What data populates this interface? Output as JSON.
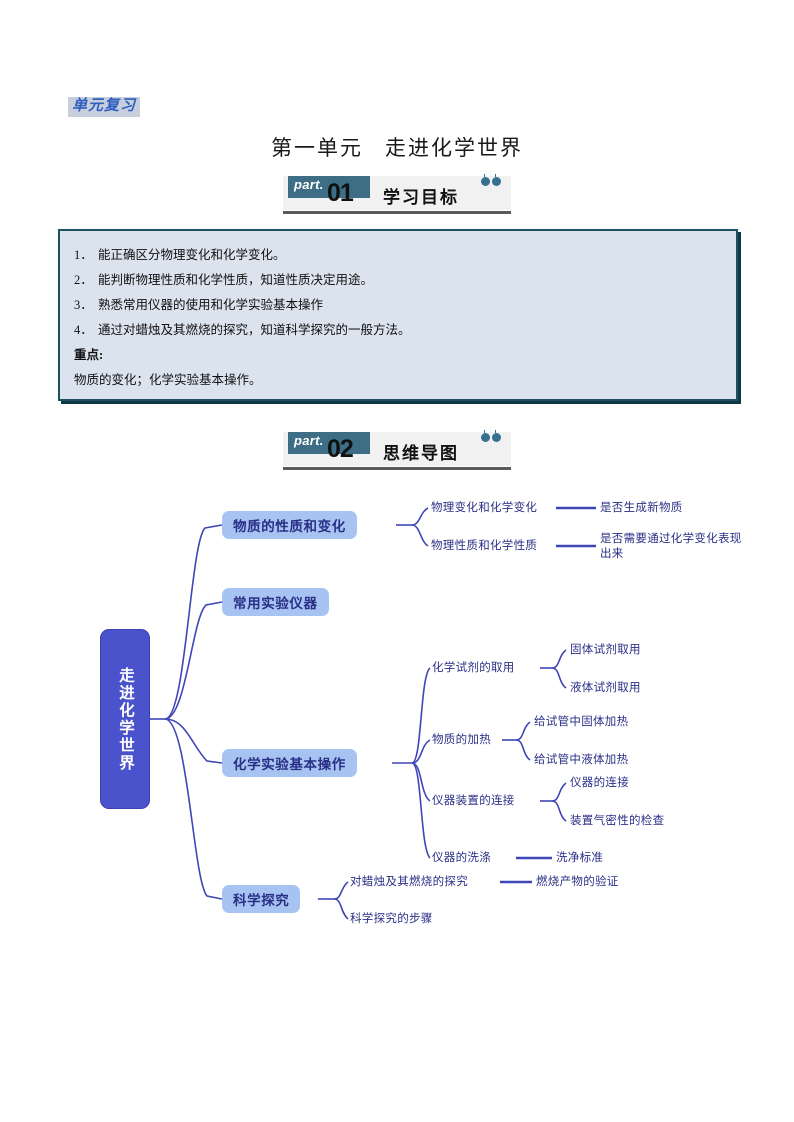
{
  "page": {
    "unit_tag": "单元复习",
    "title_prefix": "第一单元",
    "title_main": "走进化学世界"
  },
  "part01": {
    "part_word": "part.",
    "number": "01",
    "label": "学习目标"
  },
  "part02": {
    "part_word": "part.",
    "number": "02",
    "label": "思维导图"
  },
  "objectives": {
    "items": [
      {
        "index": "1．",
        "text": "能正确区分物理变化和化学变化。"
      },
      {
        "index": "2．",
        "text": "能判断物理性质和化学性质，知道性质决定用途。"
      },
      {
        "index": "3．",
        "text": "熟悉常用仪器的使用和化学实验基本操作"
      },
      {
        "index": "4．",
        "text": "通过对蜡烛及其燃烧的探究，知道科学探究的一般方法。"
      }
    ],
    "key_heading": "重点:",
    "key_text": "物质的变化；化学实验基本操作。"
  },
  "mindmap": {
    "root": "走进化学世界",
    "branches": [
      {
        "label": "物质的性质和变化",
        "children": [
          {
            "label": "物理变化和化学变化",
            "children": [
              {
                "label": "是否生成新物质"
              }
            ]
          },
          {
            "label": "物理性质和化学性质",
            "children": [
              {
                "label": "是否需要通过化学变化表现出来"
              }
            ]
          }
        ]
      },
      {
        "label": "常用实验仪器",
        "children": []
      },
      {
        "label": "化学实验基本操作",
        "children": [
          {
            "label": "化学试剂的取用",
            "children": [
              {
                "label": "固体试剂取用"
              },
              {
                "label": "液体试剂取用"
              }
            ]
          },
          {
            "label": "物质的加热",
            "children": [
              {
                "label": "给试管中固体加热"
              },
              {
                "label": "给试管中液体加热"
              }
            ]
          },
          {
            "label": "仪器装置的连接",
            "children": [
              {
                "label": "仪器的连接"
              },
              {
                "label": "装置气密性的检查"
              }
            ]
          },
          {
            "label": "仪器的洗涤",
            "children": [
              {
                "label": "洗净标准"
              }
            ]
          }
        ]
      },
      {
        "label": "科学探究",
        "children": [
          {
            "label": "对蜡烛及其燃烧的探究",
            "children": [
              {
                "label": "燃烧产物的验证"
              }
            ]
          },
          {
            "label": "科学探究的步骤",
            "children": []
          }
        ]
      }
    ]
  },
  "colors": {
    "root_node": "#4a52cc",
    "branch_node": "#a7c3f2",
    "connector": "#3f46b5",
    "box_border": "#1c5062",
    "box_fill": "#dbe3ef",
    "chip": "#3d6e86",
    "tag_text": "#2f5fc0"
  }
}
